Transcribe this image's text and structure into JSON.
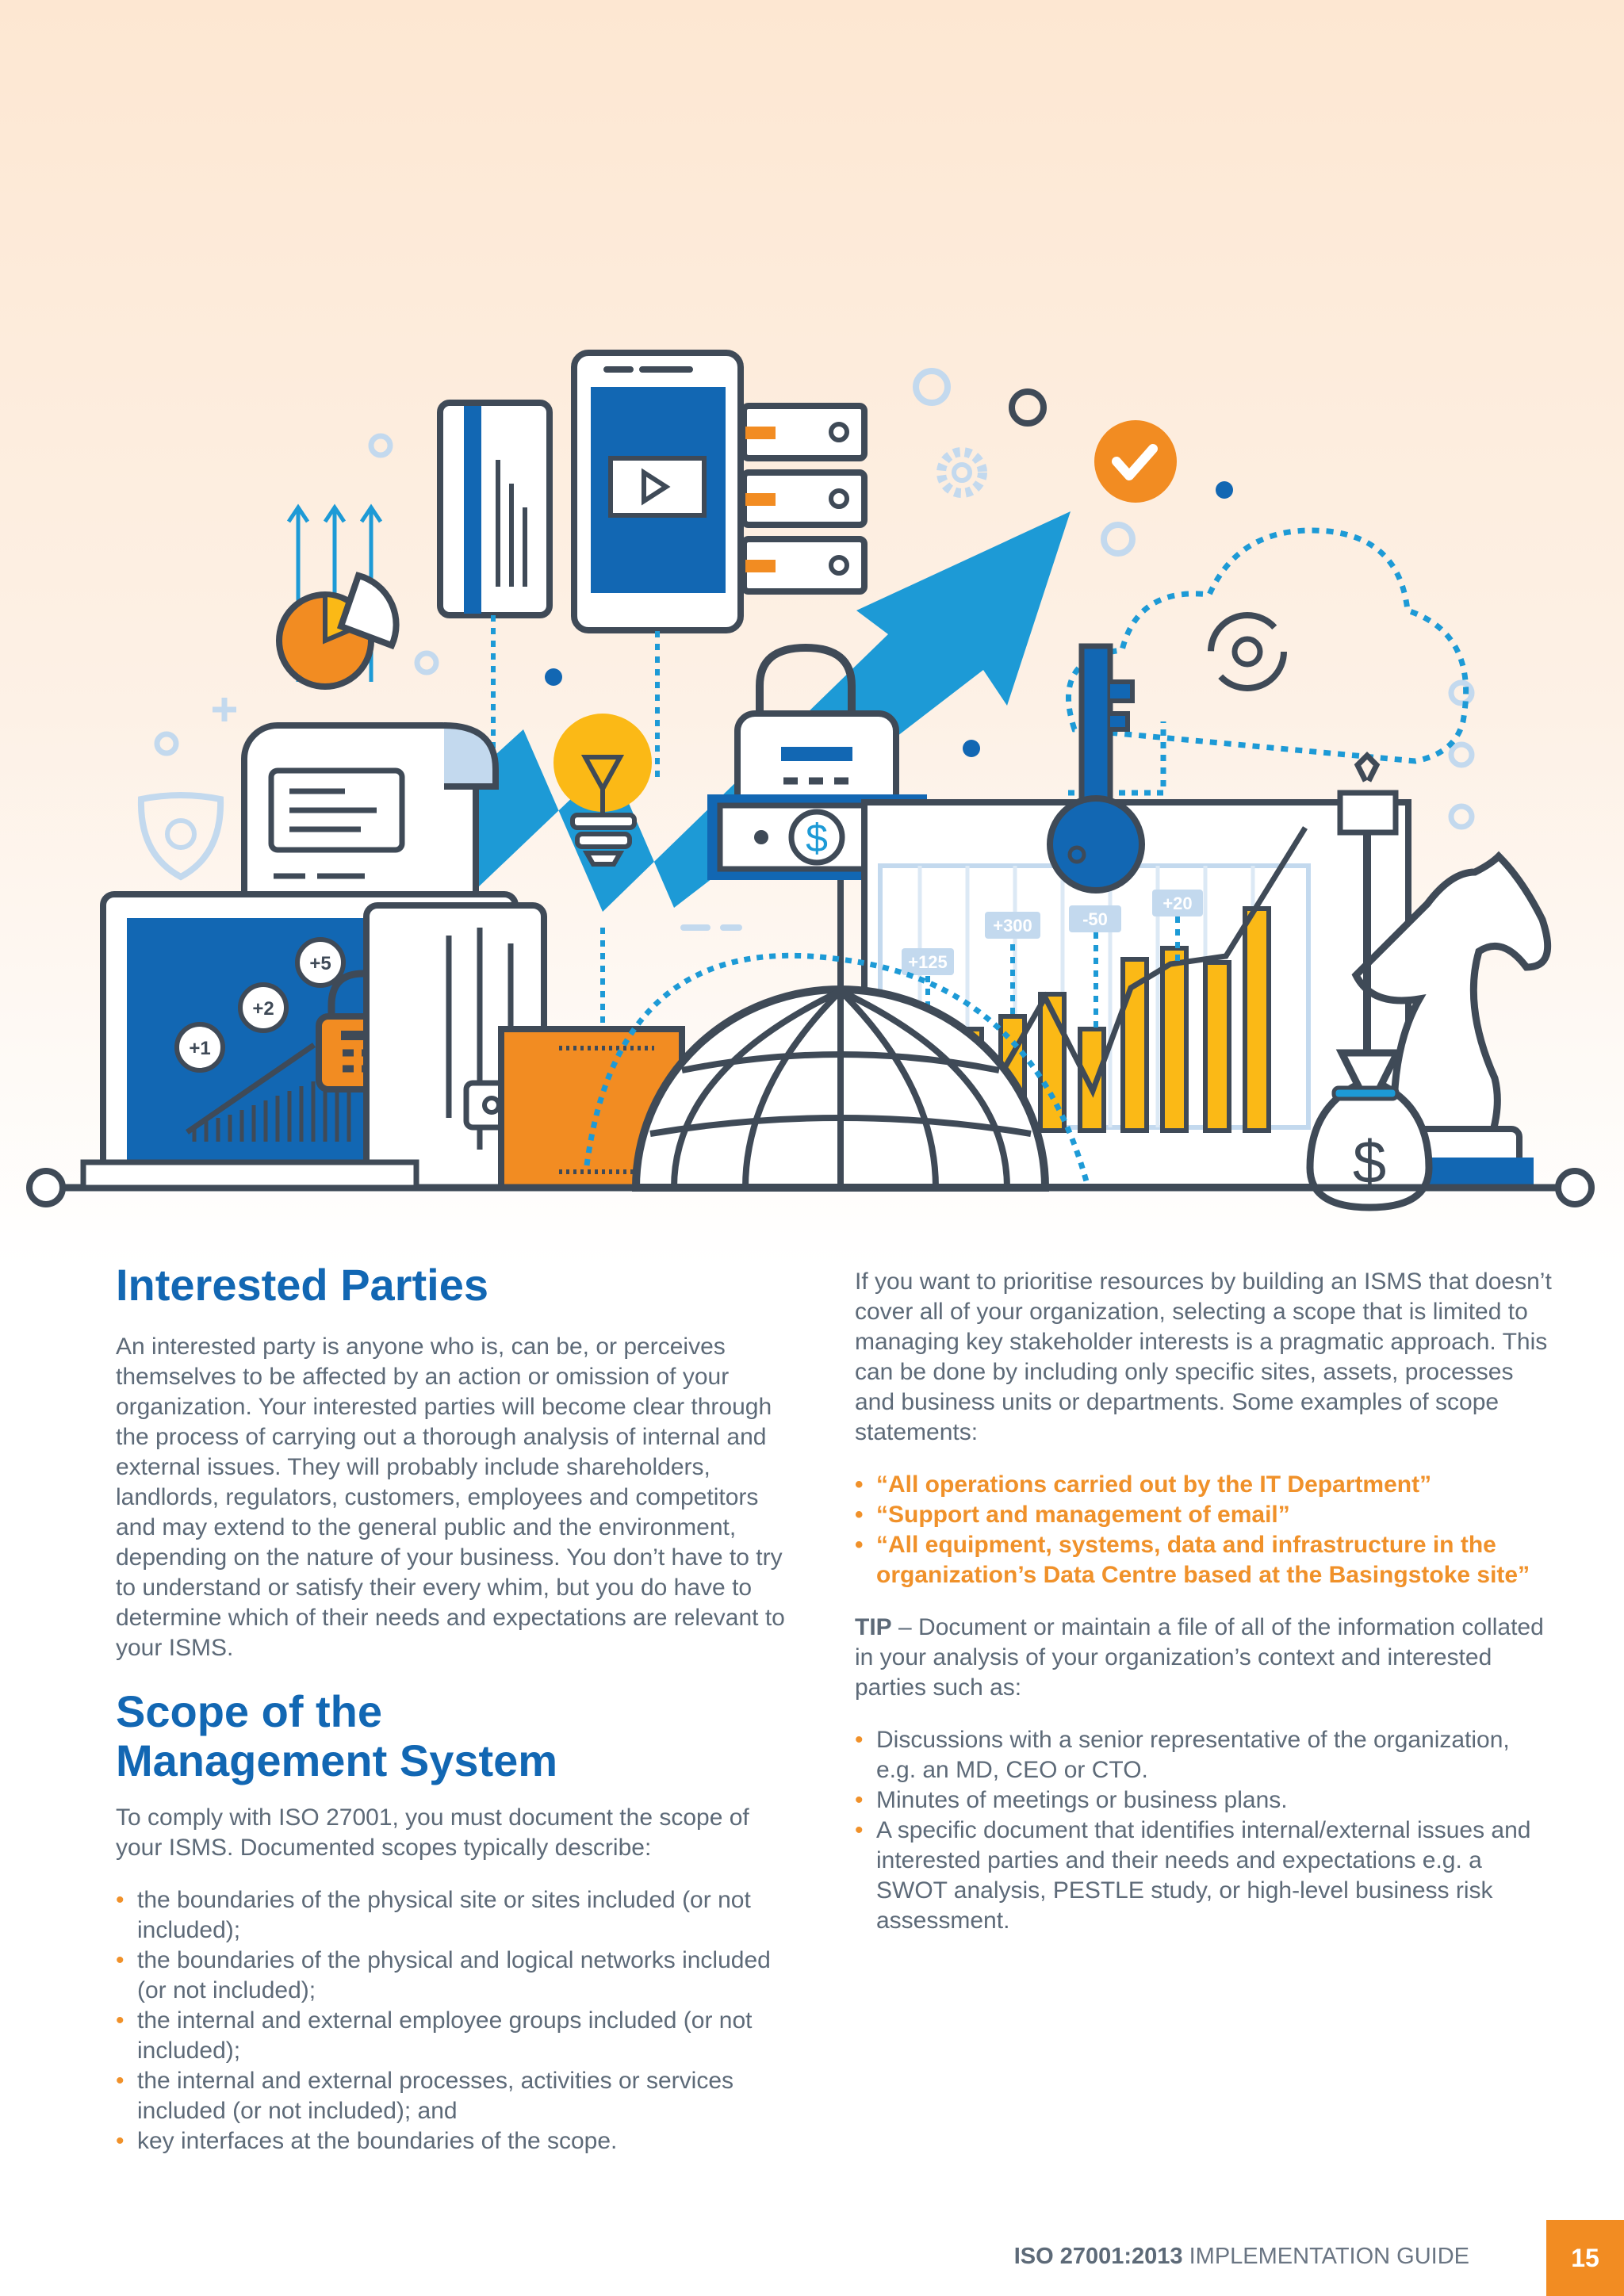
{
  "illustration": {
    "chart_labels": [
      "+125",
      "+300",
      "-50",
      "+20"
    ],
    "score_badges": [
      "+1",
      "+2",
      "+5"
    ],
    "currency_symbol": "$",
    "colors": {
      "blue": "#1267b3",
      "sky": "#1d9ad6",
      "orange": "#f28c22",
      "yellow": "#fbb916",
      "ink": "#3f4a57"
    }
  },
  "left_column": {
    "heading_1": "Interested Parties",
    "paragraph_1": "An interested party is anyone who is, can be, or perceives themselves to be affected by an action or omission of your organization. Your interested parties will become clear through the process of carrying out a thorough analysis of internal and external issues. They will probably include shareholders, landlords, regulators, customers, employees and competitors and may extend to the general public and the environment, depending on the nature of your business. You don’t have to try to understand or satisfy their every whim, but you do have to determine which of their needs and expectations are relevant to your ISMS.",
    "heading_2_line_1": "Scope of the",
    "heading_2_line_2": "Management System",
    "paragraph_2": "To comply with ISO 27001, you must document the scope of your ISMS. Documented scopes typically describe:",
    "scope_items": [
      "the boundaries of the physical site or sites included (or not included);",
      "the boundaries of the physical and logical networks included (or not included);",
      "the internal and external employee groups included (or not included);",
      "the internal and external processes, activities or services included (or not included); and",
      "key interfaces at the boundaries of the scope."
    ]
  },
  "right_column": {
    "paragraph_1": "If you want to prioritise resources by building an ISMS that doesn’t cover all of your organization, selecting a scope that is limited to managing key stakeholder interests is a pragmatic approach. This can be done by including only specific sites, assets, processes and business units or departments. Some examples of scope statements:",
    "scope_examples": [
      "“All operations carried out by the IT Department”",
      "“Support and management of email”",
      "“All equipment, systems, data and infrastructure in the organization’s Data Centre based at the Basingstoke site”"
    ],
    "tip_label": "TIP",
    "tip_text": " – Document or maintain a file of all of the information collated in your analysis of your organization’s context and interested parties such as:",
    "tip_items": [
      "Discussions with a senior representative of the organization, e.g. an MD, CEO or CTO.",
      "Minutes of meetings or business plans.",
      "A specific document that identifies internal/external issues and interested parties and their needs and expectations e.g. a SWOT analysis, PESTLE study, or high-level business risk assessment."
    ]
  },
  "footer": {
    "title_bold": "ISO 27001:2013",
    "title_rest": " IMPLEMENTATION GUIDE",
    "page_number": "15"
  }
}
